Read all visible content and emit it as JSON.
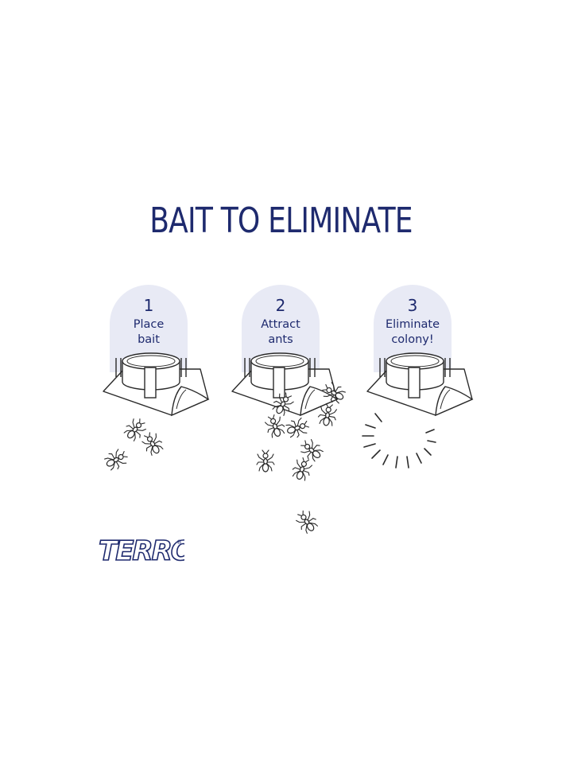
{
  "headline": "BAIT TO ELIMINATE",
  "colors": {
    "brand_navy": "#1e2a6e",
    "arch_fill": "#e8eaf5",
    "line": "#2a2a2a"
  },
  "steps": [
    {
      "number": "1",
      "label_line1": "Place",
      "label_line2": "bait"
    },
    {
      "number": "2",
      "label_line1": "Attract",
      "label_line2": "ants"
    },
    {
      "number": "3",
      "label_line1": "Eliminate",
      "label_line2": "colony!"
    }
  ],
  "brand": {
    "logo_text": "TERRO",
    "registered_mark": "®"
  },
  "icons": [
    "bait-station-icon",
    "ant-icon",
    "burst-icon",
    "terro-logo"
  ]
}
